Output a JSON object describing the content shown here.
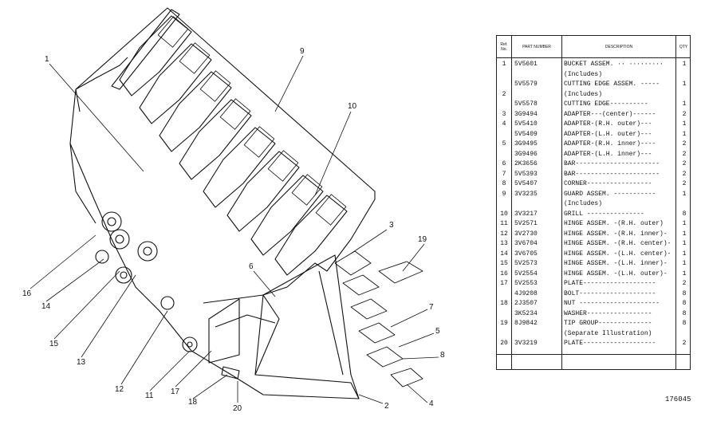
{
  "callouts": [
    "1",
    "9",
    "10",
    "3",
    "19",
    "6",
    "7",
    "5",
    "8",
    "4",
    "2",
    "20",
    "18",
    "17",
    "11",
    "12",
    "13",
    "15",
    "14",
    "16"
  ],
  "table": {
    "headers": {
      "ref": "Ref. No.",
      "part": "PART NUMBER",
      "desc": "DESCRIPTION",
      "qty": "QTY"
    },
    "rows": [
      {
        "ref": "1",
        "pn": "5V5601",
        "desc": "BUCKET ASSEM. ·· ·········",
        "qty": "1"
      },
      {
        "ref": "",
        "pn": "",
        "desc": "(Includes)",
        "qty": ""
      },
      {
        "ref": "",
        "pn": "5V5579",
        "desc": "CUTTING EDGE ASSEM. -----",
        "qty": "1"
      },
      {
        "ref": "2",
        "pn": "",
        "desc": "(Includes)",
        "qty": ""
      },
      {
        "ref": "",
        "pn": "5V5578",
        "desc": "CUTTING EDGE----------",
        "qty": "1"
      },
      {
        "ref": "3",
        "pn": "3G9494",
        "desc": "ADAPTER---(center)------",
        "qty": "2"
      },
      {
        "ref": "4",
        "pn": "5V5410",
        "desc": "ADAPTER-(R.H. outer)---",
        "qty": "1"
      },
      {
        "ref": "",
        "pn": "5V5409",
        "desc": "ADAPTER-(L.H. outer)---",
        "qty": "1"
      },
      {
        "ref": "5",
        "pn": "3G9495",
        "desc": "ADAPTER-(R.H. inner)----",
        "qty": "2"
      },
      {
        "ref": "",
        "pn": "3G9496",
        "desc": "ADAPTER-(L.H. inner)---",
        "qty": "2"
      },
      {
        "ref": "6",
        "pn": "2K3656",
        "desc": "BAR----------------------",
        "qty": "2"
      },
      {
        "ref": "7",
        "pn": "5V5393",
        "desc": "BAR----------------------",
        "qty": "2"
      },
      {
        "ref": "8",
        "pn": "5V5407",
        "desc": "CORNER-----------------",
        "qty": "2"
      },
      {
        "ref": "9",
        "pn": "3V3235",
        "desc": "GUARD ASSEM. -----------",
        "qty": "1"
      },
      {
        "ref": "",
        "pn": "",
        "desc": "(Includes)",
        "qty": ""
      },
      {
        "ref": "10",
        "pn": "3V3217",
        "desc": "GRILL ---------------",
        "qty": "8"
      },
      {
        "ref": "11",
        "pn": "5V2571",
        "desc": "HINGE ASSEM. -(R.H. outer)",
        "qty": "1"
      },
      {
        "ref": "12",
        "pn": "3V2730",
        "desc": "HINGE ASSEM. -(R.H. inner)-",
        "qty": "1"
      },
      {
        "ref": "13",
        "pn": "3V6704",
        "desc": "HINGE ASSEM. -(R.H. center)-",
        "qty": "1"
      },
      {
        "ref": "14",
        "pn": "3V6705",
        "desc": "HINGE ASSEM. -(L.H. center)-",
        "qty": "1"
      },
      {
        "ref": "15",
        "pn": "5V2573",
        "desc": "HINGE ASSEM. -(L.H. inner)-",
        "qty": "1"
      },
      {
        "ref": "16",
        "pn": "5V2554",
        "desc": "HINGE ASSEM. -(L.H. outer)-",
        "qty": "1"
      },
      {
        "ref": "17",
        "pn": "5V2553",
        "desc": "PLATE-------------------",
        "qty": "2"
      },
      {
        "ref": "",
        "pn": "4J9208",
        "desc": "BOLT--------------------",
        "qty": "8"
      },
      {
        "ref": "18",
        "pn": "2J3507",
        "desc": "NUT ---------------------",
        "qty": "8"
      },
      {
        "ref": "",
        "pn": "3K5234",
        "desc": "WASHER-----------------",
        "qty": "8"
      },
      {
        "ref": "19",
        "pn": "8J9842",
        "desc": "TIP GROUP--------------",
        "qty": "8"
      },
      {
        "ref": "",
        "pn": "",
        "desc": "(Separate Illustration)",
        "qty": ""
      },
      {
        "ref": "20",
        "pn": "3V3219",
        "desc": "PLATE-------------------",
        "qty": "2"
      }
    ]
  },
  "figure_code": "176045"
}
